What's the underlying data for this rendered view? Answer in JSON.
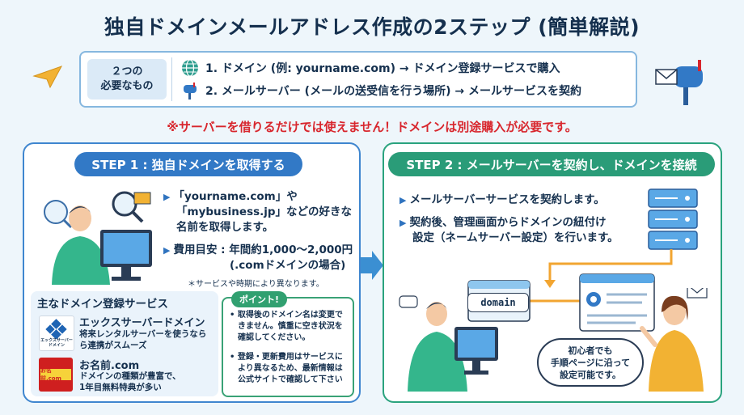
{
  "title": "独自ドメインメールアドレス作成の2ステップ (簡単解説)",
  "needs": {
    "label_line1": "２つの",
    "label_line2": "必要なもの",
    "items": [
      {
        "icon": "globe-icon",
        "text": "1. ドメイン (例: yourname.com) → ドメイン登録サービスで購入"
      },
      {
        "icon": "mailbox-icon",
        "text": "2. メールサーバー (メールの送受信を行う場所) → メールサービスを契約"
      }
    ]
  },
  "warning": "※サーバーを借りるだけでは使えません！ドメインは別途購入が必要です。",
  "step1": {
    "title": "STEP 1 : 独自ドメインを取得する",
    "bullet1": [
      "「yourname.com」や",
      "「mybusiness.jp」などの好きな",
      "名前を取得します。"
    ],
    "bullet2": [
      "費用目安 : 年間約1,000〜2,000円",
      "(.comドメインの場合)"
    ],
    "note": "＊サービスや時期により異なります。",
    "services": {
      "title": "主なドメイン登録サービス",
      "items": [
        {
          "name": "エックスサーバードメイン",
          "desc": [
            "将来レンタルサーバーを使うなら",
            "ら連携がスムーズ"
          ],
          "logo_text": [
            "エックスサーバー",
            "ドメイン"
          ]
        },
        {
          "name": "お名前.com",
          "desc": [
            "ドメインの種類が豊富で、",
            "1年目無料特典が多い"
          ],
          "logo_text": [
            "お名前.com"
          ]
        }
      ]
    },
    "point": {
      "badge": "ポイント!",
      "items": [
        [
          "取得後のドメイン名は変更で",
          "きません。慎重に空き状況を",
          "確認してください。"
        ],
        [
          "登録・更新費用はサービスに",
          "より異なるため、最新情報は",
          "公式サイトで確認して下さい"
        ]
      ]
    }
  },
  "step2": {
    "title": "STEP 2 : メールサーバーを契約し、ドメインを接続",
    "bullet1": [
      "メールサーバーサービスを契約します。"
    ],
    "bullet2": [
      "契約後、管理画面からドメインの紐付け",
      "設定（ネームサーバー設定）を行います。"
    ],
    "domain_label": "domain",
    "speech": [
      "初心者でも",
      "手順ページに沿って",
      "設定可能です。"
    ]
  },
  "colors": {
    "step1_blue": "#3279c6",
    "step2_green": "#2a9c78",
    "warning_red": "#d8262d",
    "arrow_orange": "#f2a531"
  }
}
